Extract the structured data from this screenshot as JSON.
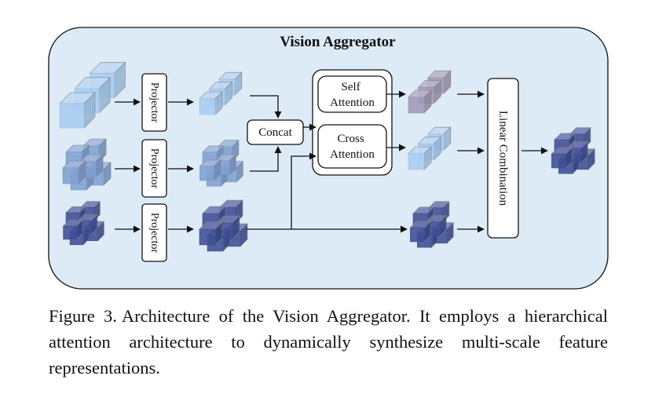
{
  "diagram": {
    "title": "Vision Aggregator",
    "nodes": {
      "projector_1": "Projector",
      "projector_2": "Projector",
      "projector_3": "Projector",
      "concat": "Concat",
      "self_attention": [
        "Self",
        "Attention"
      ],
      "cross_attention": [
        "Cross",
        "Attention"
      ],
      "linear_combination": "Linear Combination"
    },
    "colors": {
      "panel_fill": "#dcebf5",
      "feature_light": "#a9cdf0",
      "feature_mid": "#7f9fd0",
      "feature_dark": "#3d4d94",
      "feature_purple": "#a399b8",
      "box_stroke": "#111111"
    }
  },
  "caption": {
    "label": "Figure 3.",
    "text": "Architecture of the Vision Aggregator. It employs a hierarchical attention architecture to dynamically synthesize multi-scale feature representations."
  }
}
